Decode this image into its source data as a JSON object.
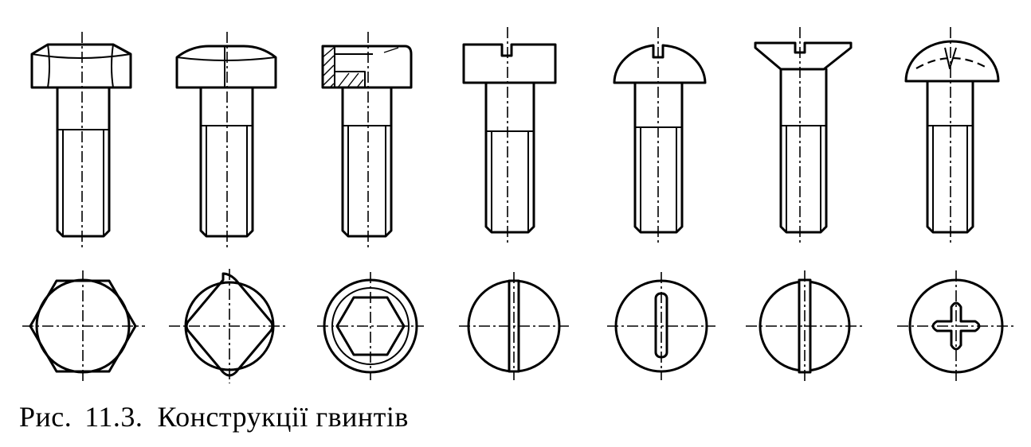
{
  "caption": {
    "label": "Рис.",
    "number": "11.3.",
    "title": "Конструкції гвинтів"
  }
}
